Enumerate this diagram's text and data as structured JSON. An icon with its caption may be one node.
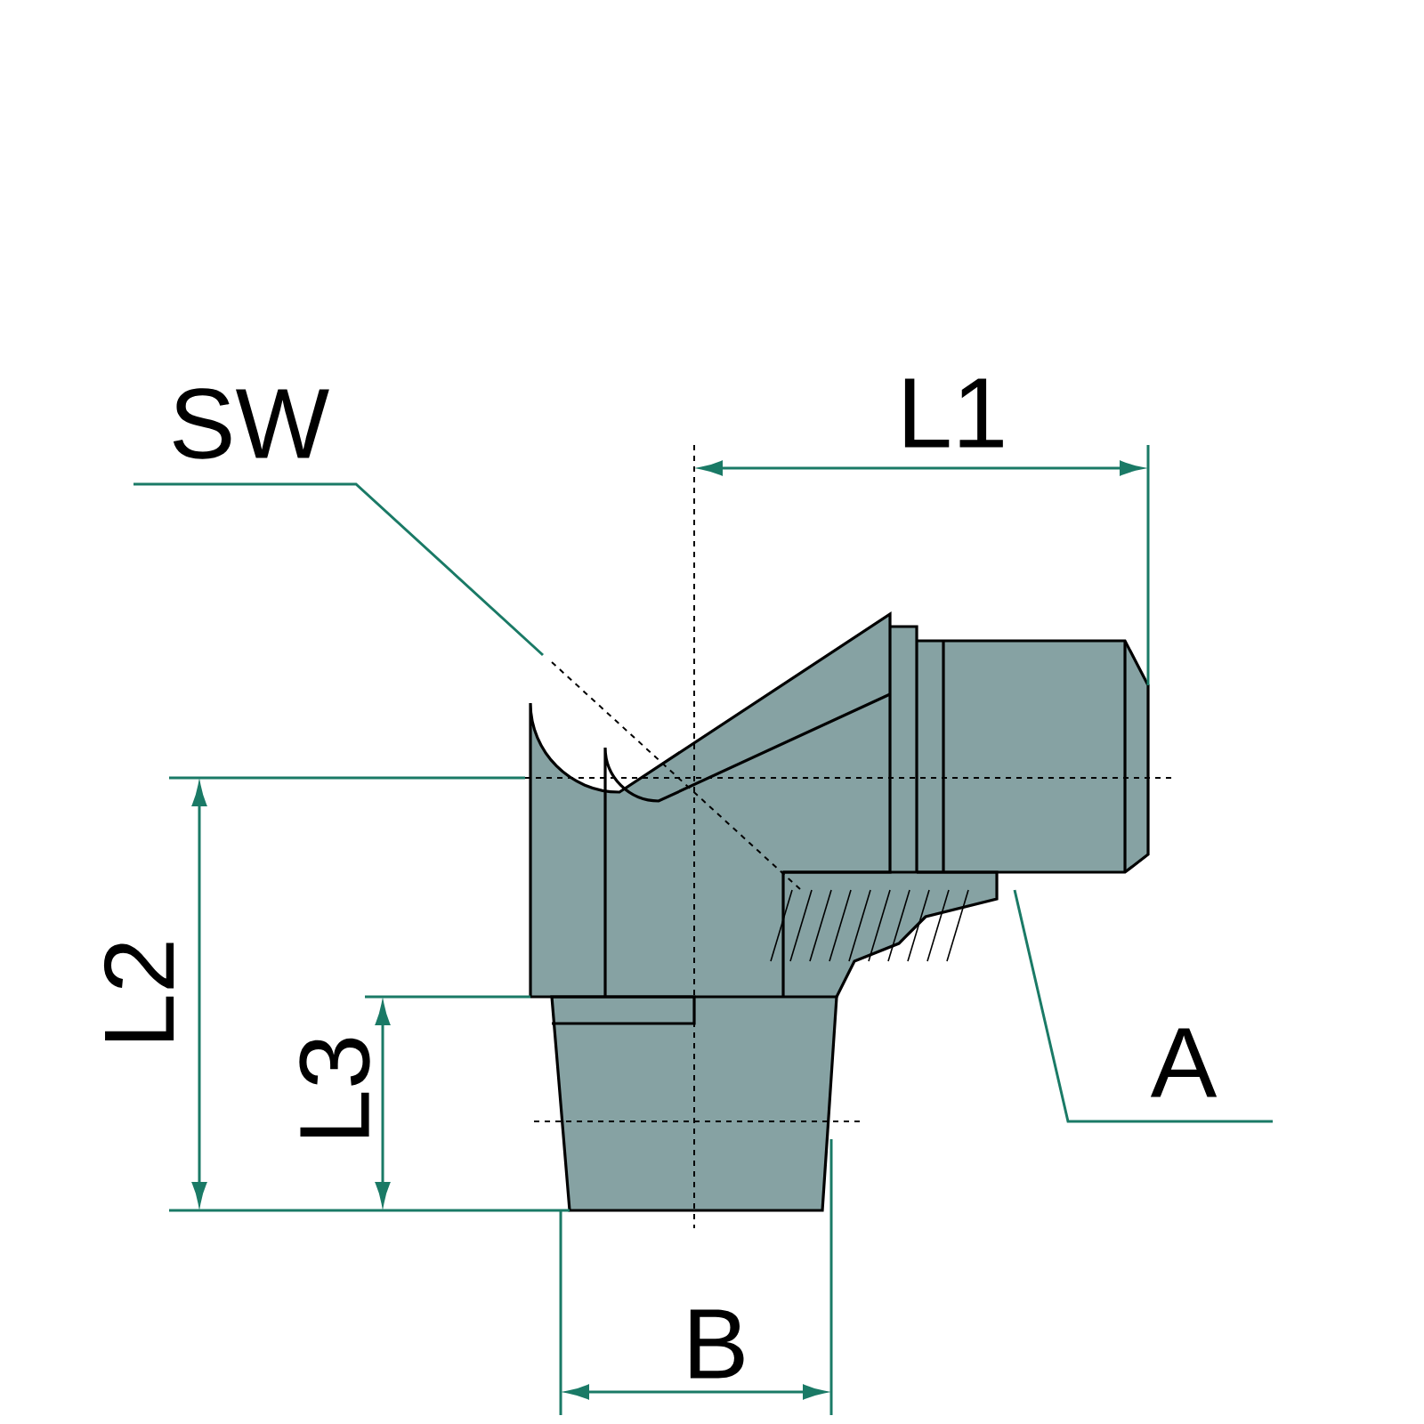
{
  "diagram": {
    "nodes": [
      {
        "text": [
          "SW"
        ]
      },
      {
        "text": [
          "A"
        ]
      }
    ],
    "edges": [
      {
        "from": 0,
        "to": null,
        "arrow": "none"
      },
      {
        "from": 1,
        "to": null,
        "arrow": "none"
      }
    ],
    "labels": [
      "L1",
      "L2",
      "L3",
      "B"
    ]
  }
}
